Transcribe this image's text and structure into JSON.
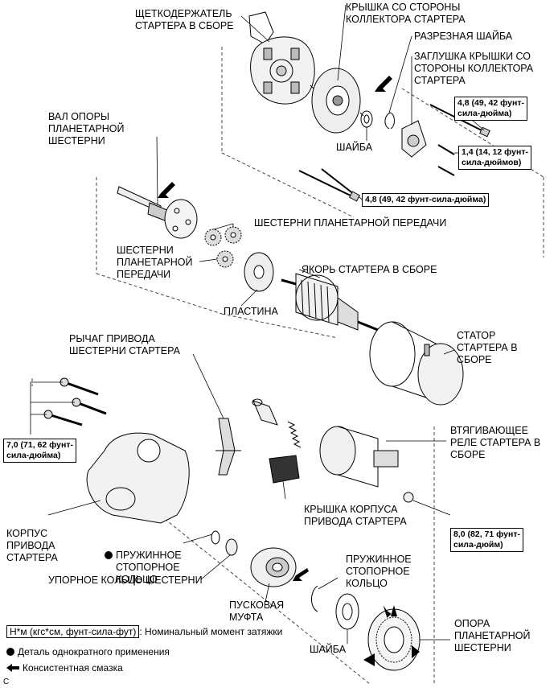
{
  "labels": {
    "brush_holder": "ЩЕТКОДЕРЖАТЕЛЬ\nСТАРТЕРА В СБОРЕ",
    "commutator_end_frame": "КРЫШКА СО СТОРОНЫ\nКОЛЛЕКТОРА СТАРТЕРА",
    "lock_plate": "РАЗРЕЗНАЯ ШАЙБА",
    "end_cover": "ЗАГЛУШКА КРЫШКИ СО\nСТОРОНЫ КОЛЛЕКТОРА\nСТАРТЕРА",
    "washer_top": "ШАЙБА",
    "planetary_shaft": "ВАЛ ОПОРЫ\nПЛАНЕТАРНОЙ\nШЕСТЕРНИ",
    "planetary_gears_1": "ШЕСТЕРНИ ПЛАНЕТАРНОЙ ПЕРЕДАЧИ",
    "planetary_gears_2": "ШЕСТЕРНИ\nПЛАНЕТАРНОЙ\nПЕРЕДАЧИ",
    "armature": "ЯКОРЬ СТАРТЕРА В СБОРЕ",
    "plate": "ПЛАСТИНА",
    "yoke": "СТАТОР\nСТАРТЕРА В\nСБОРЕ",
    "drive_lever": "РЫЧАГ ПРИВОДА\nШЕСТЕРНИ СТАРТЕРА",
    "solenoid": "ВТЯГИВАЮЩЕЕ\nРЕЛЕ СТАРТЕРА В\nСБОРЕ",
    "housing_cover": "КРЫШКА КОРПУСА\nПРИВОДА СТАРТЕРА",
    "drive_housing": "КОРПУС\nПРИВОДА\nСТАРТЕРА",
    "snap_ring_1": "ПРУЖИННОЕ\nСТОПОРНОЕ\nКОЛЬЦО",
    "stop_collar": "УПОРНОЕ КОЛЬЦО ШЕСТЕРНИ",
    "clutch": "ПУСКОВАЯ\nМУФТА",
    "snap_ring_2": "ПРУЖИННОЕ\nСТОПОРНОЕ\nКОЛЬЦО",
    "washer_bottom": "ШАЙБА",
    "gear_support": "ОПОРА\nПЛАНЕТАРНОЙ\nШЕСТЕРНИ"
  },
  "torques": {
    "t1": "4,8 (49, 42 фунт-\nсила-дюйма)",
    "t2": "1,4 (14, 12 фунт-\nсила-дюймов)",
    "t3": "4,8 (49, 42 фунт-сила-дюйма)",
    "t4": "7,0 (71, 62 фунт-\nсила-дюйма)",
    "t5": "8,0 (82, 71 фунт-\nсила-дюйм)"
  },
  "legend": {
    "torque_unit": "Н*м (кгс*см, фунт-сила-фут)",
    "torque_desc": ": Номинальный момент затяжки",
    "non_reusable": "Деталь однократного применения",
    "grease": "Консистентная смазка",
    "code": "C"
  }
}
